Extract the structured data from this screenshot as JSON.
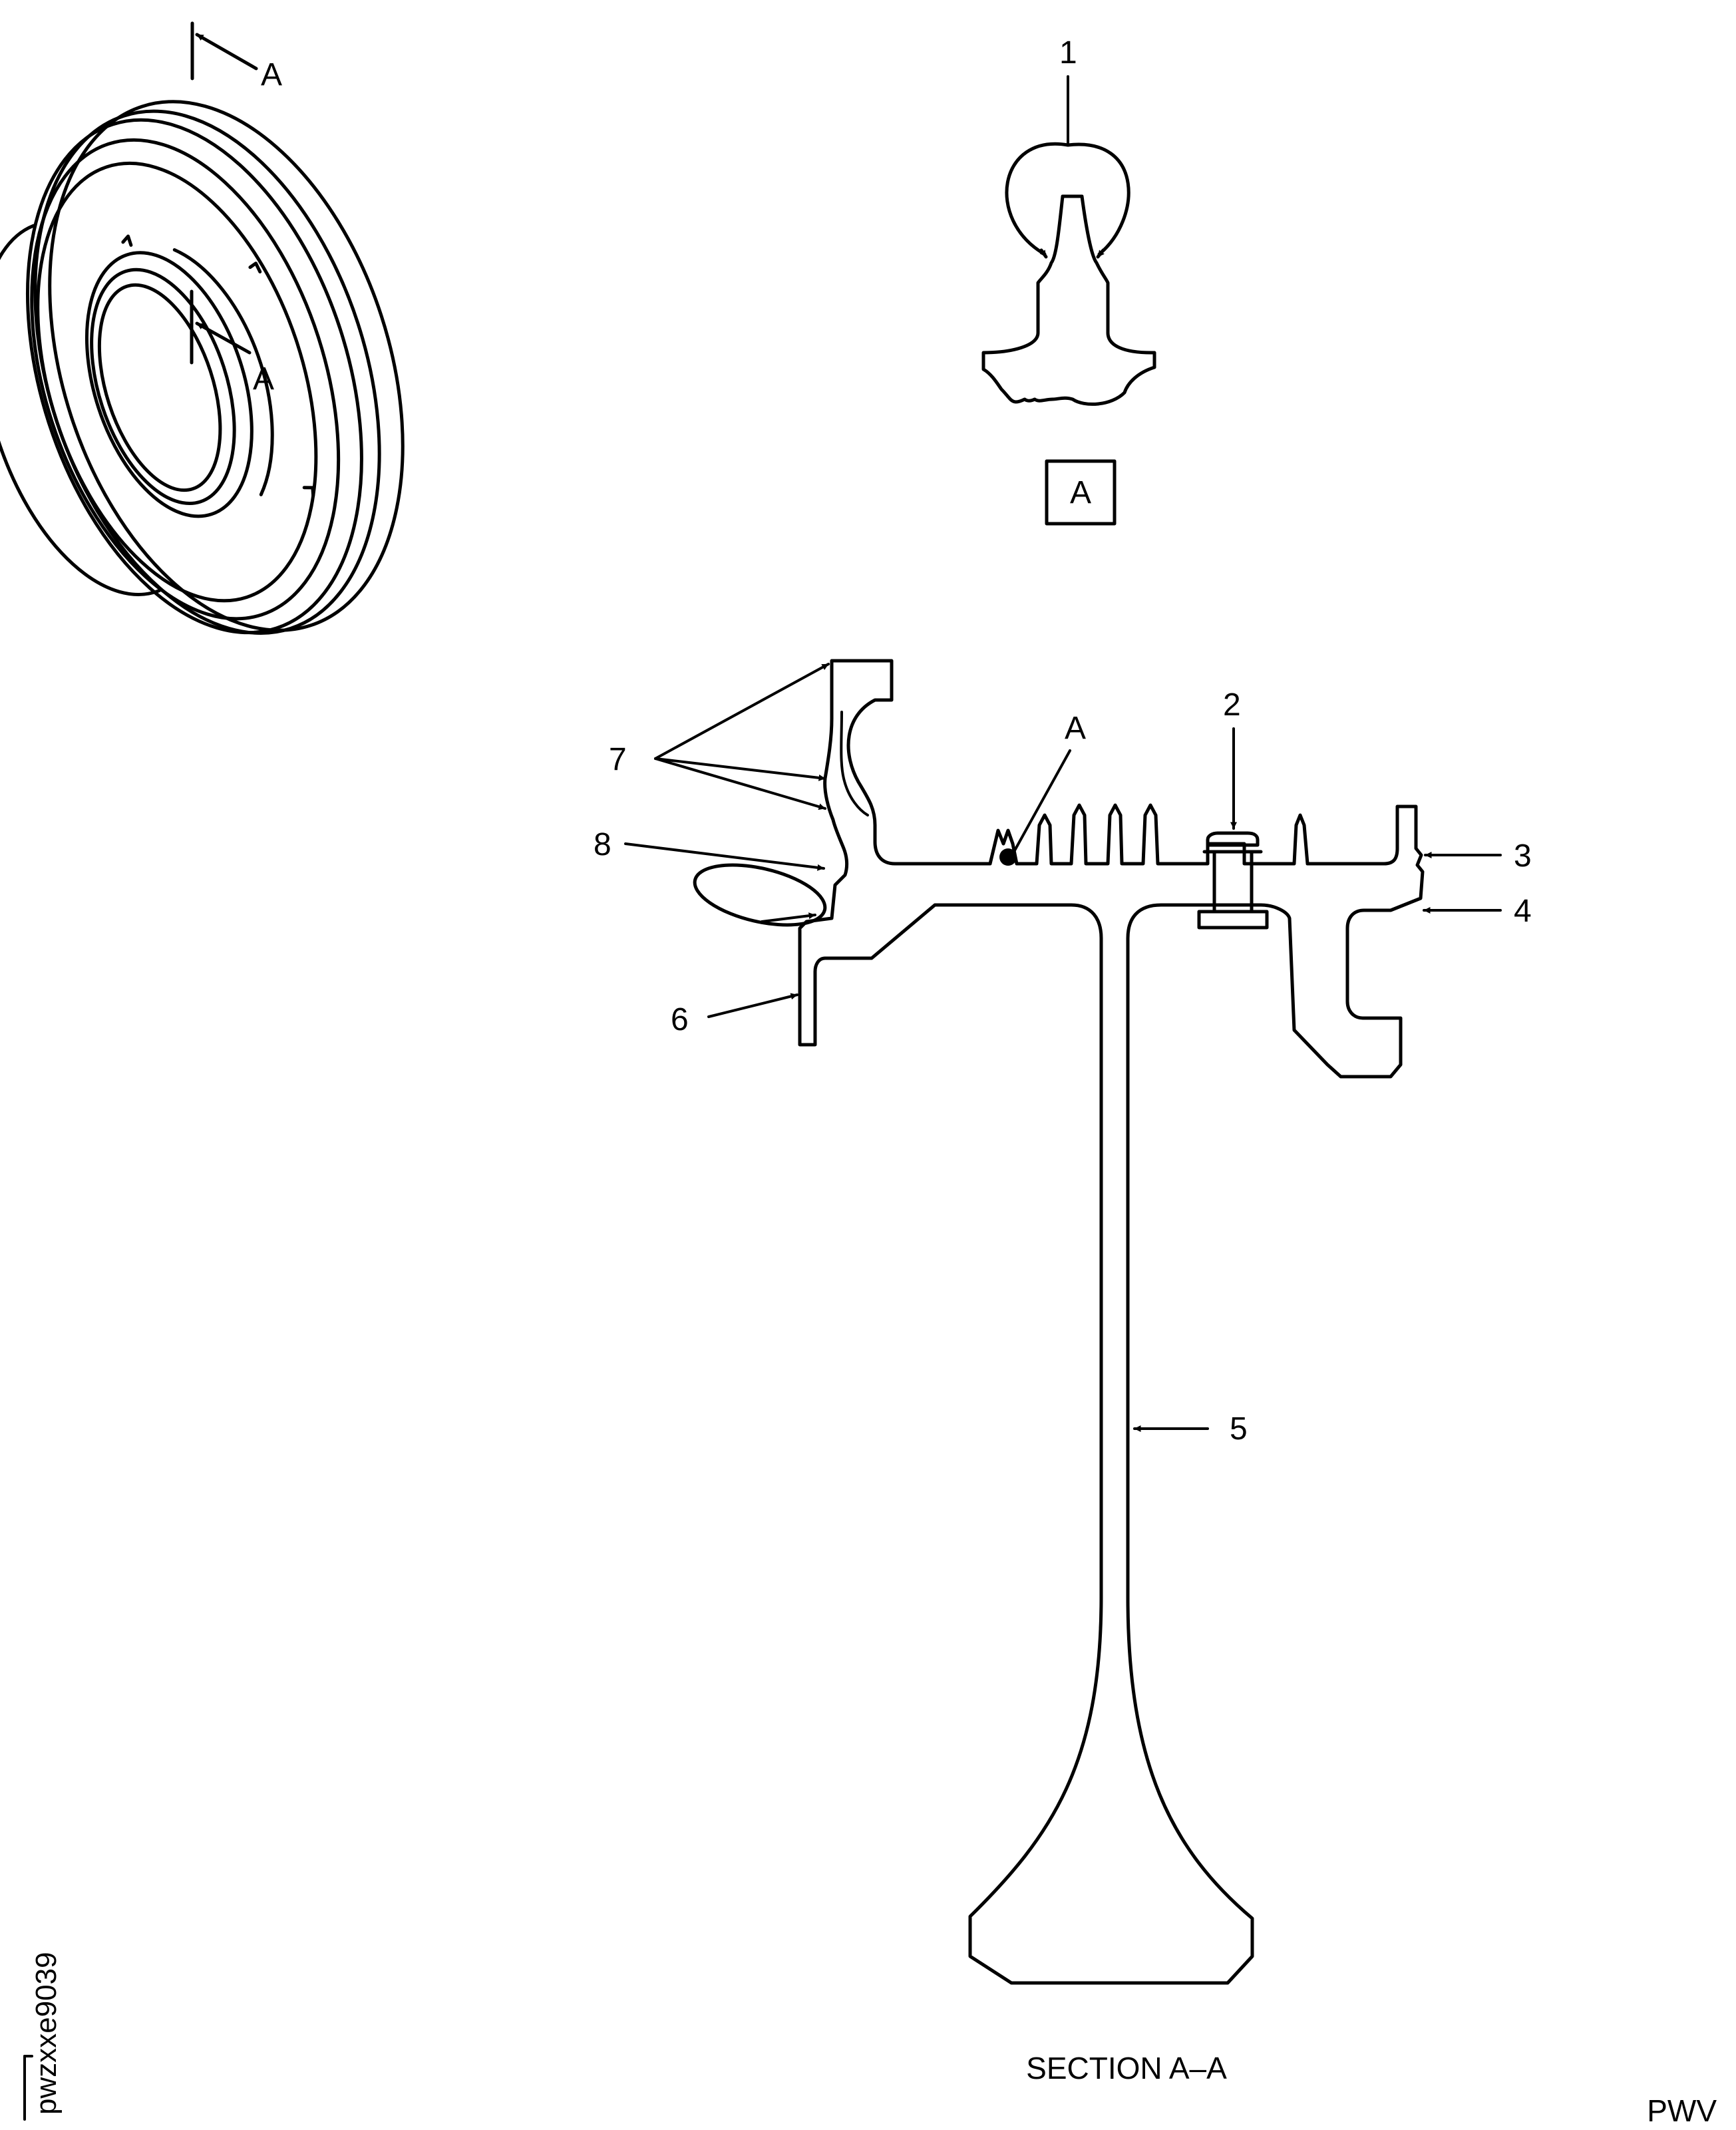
{
  "callouts": {
    "c1": "1",
    "c2": "2",
    "c3": "3",
    "c4": "4",
    "c5": "5",
    "c6": "6",
    "c7": "7",
    "c8": "8"
  },
  "view_labels": {
    "section_arrow_top": "A",
    "section_arrow_inner": "A",
    "detail_box": "A",
    "detail_point": "A"
  },
  "caption": "SECTION A–A",
  "figure_code": "pwzxxe9039",
  "corner_mark": "PWV"
}
